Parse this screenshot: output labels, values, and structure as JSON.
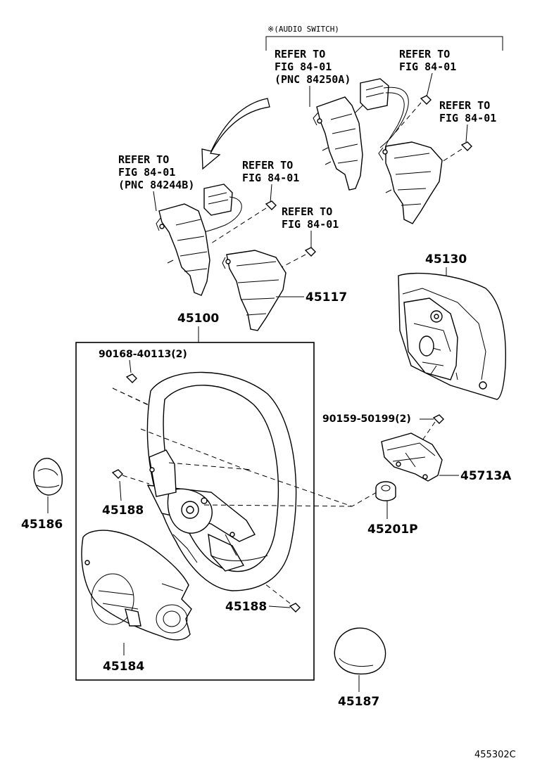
{
  "header": {
    "audio_switch_note": "※(AUDIO SWITCH)"
  },
  "references": {
    "upper_left": [
      "REFER TO",
      "FIG 84-01",
      "(PNC 84250A)"
    ],
    "upper_right_top": [
      "REFER TO",
      "FIG 84-01"
    ],
    "upper_right_lower": [
      "REFER TO",
      "FIG 84-01"
    ],
    "mid_left": [
      "REFER TO",
      "FIG 84-01",
      "(PNC 84244B)"
    ],
    "mid_center_top": [
      "REFER TO",
      "FIG 84-01"
    ],
    "mid_center_lower": [
      "REFER TO",
      "FIG 84-01"
    ]
  },
  "parts": {
    "p45117": "45117",
    "p45100": "45100",
    "p45130": "45130",
    "p90168": "90168-40113(2)",
    "p90159": "90159-50199(2)",
    "p45713A": "45713A",
    "p45201P": "45201P",
    "p45188_upper": "45188",
    "p45188_lower": "45188",
    "p45186": "45186",
    "p45184": "45184",
    "p45187": "45187"
  },
  "figure_code": "455302C"
}
